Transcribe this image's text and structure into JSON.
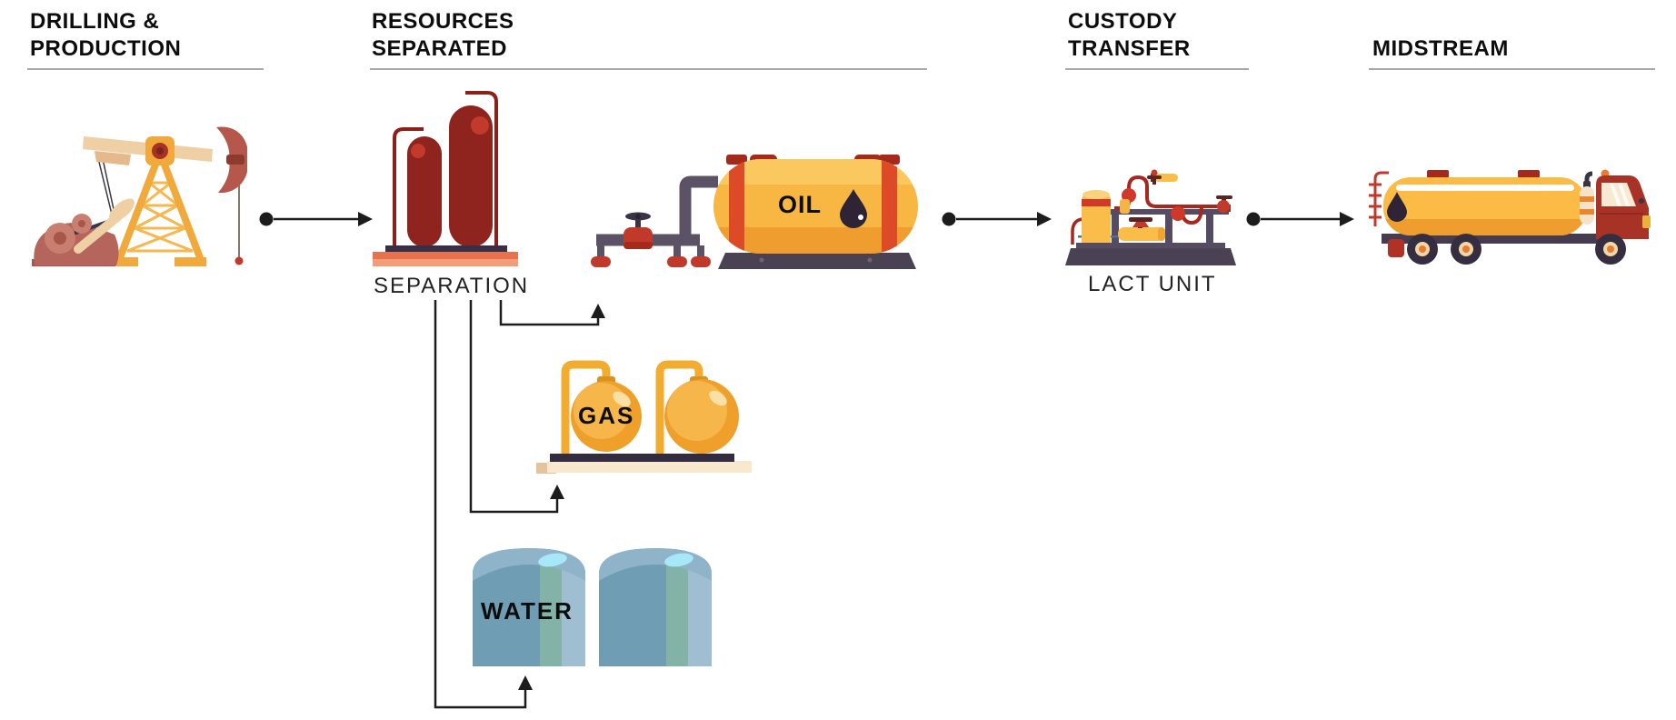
{
  "headers": {
    "drilling": {
      "line1": "DRILLING &",
      "line2": "PRODUCTION"
    },
    "resources": {
      "line1": "RESOURCES",
      "line2": "SEPARATED"
    },
    "custody": {
      "line1": "CUSTODY",
      "line2": "TRANSFER"
    },
    "midstream": {
      "line1": "MIDSTREAM"
    }
  },
  "labels": {
    "separation": "SEPARATION",
    "lact": "LACT UNIT",
    "oil": "OIL",
    "gas": "GAS",
    "water": "WATER"
  },
  "icons": [
    "pumpjack-icon",
    "separator-towers-icon",
    "oil-tank-icon",
    "gas-spheres-icon",
    "water-tanks-icon",
    "lact-unit-icon",
    "tanker-truck-icon"
  ],
  "connections": [
    {
      "from": "pumpjack",
      "to": "separation"
    },
    {
      "from": "separation",
      "to": "oil-tank"
    },
    {
      "from": "separation",
      "to": "gas-spheres"
    },
    {
      "from": "separation",
      "to": "water-tanks"
    },
    {
      "from": "oil-tank",
      "to": "lact-unit"
    },
    {
      "from": "lact-unit",
      "to": "tanker-truck"
    }
  ],
  "colors": {
    "header_text": "#0d0d0d",
    "underline_gray": "#a8a8a8",
    "arrow_black": "#1c1c1c",
    "tank_yellow": "#f8b742",
    "separator_red": "#8e241d",
    "strap_red": "#dd4a28",
    "salmon_base": "#e8724e",
    "dark_slate": "#4a4153",
    "gas_orange": "#efa02a",
    "water_blue": "#6e9db4",
    "cream": "#f8e8cd",
    "cab_red": "#a83226"
  }
}
